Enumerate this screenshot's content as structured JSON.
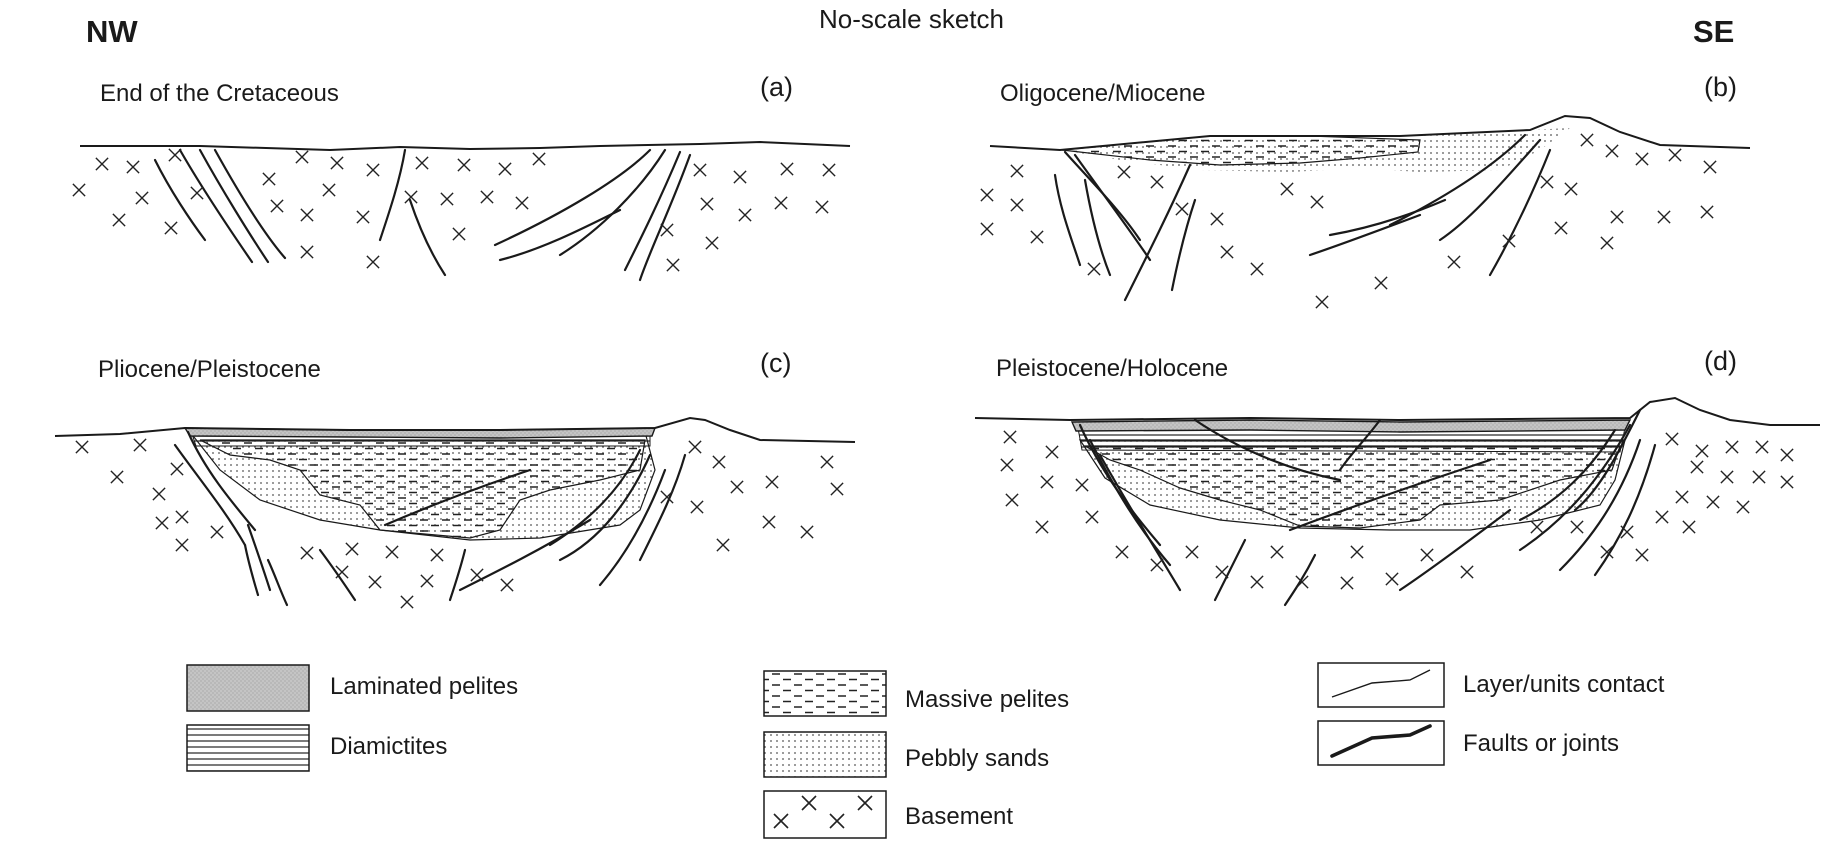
{
  "header": {
    "nw": "NW",
    "se": "SE",
    "subtitle": "No-scale sketch"
  },
  "panels": [
    {
      "id": "a",
      "title": "End of the Cretaceous",
      "label": "(a)"
    },
    {
      "id": "b",
      "title": "Oligocene/Miocene",
      "label": "(b)"
    },
    {
      "id": "c",
      "title": "Pliocene/Pleistocene",
      "label": "(c)"
    },
    {
      "id": "d",
      "title": "Pleistocene/Holocene",
      "label": "(d)"
    }
  ],
  "legend": [
    {
      "id": "laminated",
      "label": "Laminated pelites"
    },
    {
      "id": "diamictites",
      "label": "Diamictites"
    },
    {
      "id": "massive",
      "label": "Massive  pelites"
    },
    {
      "id": "pebbly",
      "label": "Pebbly sands"
    },
    {
      "id": "basement",
      "label": "Basement"
    },
    {
      "id": "contact",
      "label": "Layer/units contact"
    },
    {
      "id": "faults",
      "label": "Faults or joints"
    }
  ],
  "colors": {
    "ink": "#1a1a1a",
    "laminated_fill": "#bdbdbd",
    "background": "#ffffff"
  }
}
